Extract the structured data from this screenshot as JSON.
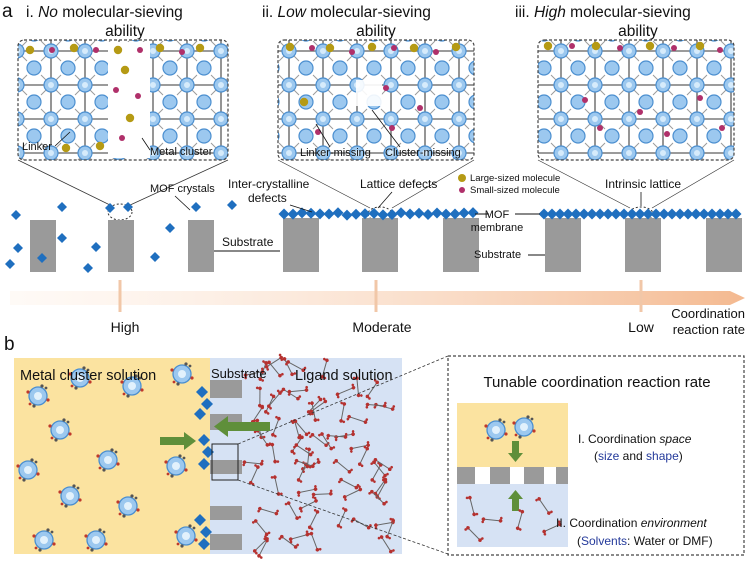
{
  "panel_a": {
    "letter": "a",
    "cases": [
      {
        "numeral": "i.",
        "title_em": "No",
        "title_rest": "molecular-sieving",
        "title_line2": "ability"
      },
      {
        "numeral": "ii.",
        "title_em": "Low",
        "title_rest": "molecular-sieving",
        "title_line2": "ability"
      },
      {
        "numeral": "iii.",
        "title_em": "High",
        "title_rest": "molecular-sieving",
        "title_line2": "ability"
      }
    ],
    "labels": {
      "linker": "Linker",
      "metal_cluster": "Metal cluster",
      "linker_missing": "Linker-missing",
      "cluster_missing": "Cluster-missing",
      "mof_crystals": "MOF crystals",
      "substrate_left": "Substrate",
      "inter_crystalline_1": "Inter-crystalline",
      "inter_crystalline_2": "defects",
      "lattice_defects": "Lattice defects",
      "mof_membrane_1": "MOF",
      "mof_membrane_2": "membrane",
      "substrate_right": "Substrate",
      "intrinsic_lattice": "Intrinsic lattice"
    },
    "legend": {
      "large": "Large-sized molecule",
      "small": "Small-sized molecule"
    },
    "axis": {
      "ticks": [
        "High",
        "Moderate",
        "Low"
      ],
      "title_1": "Coordination",
      "title_2": "reaction rate"
    }
  },
  "panel_b": {
    "letter": "b",
    "metal_solution": "Metal cluster solution",
    "substrate": "Substrate",
    "ligand_solution": "Ligand solution",
    "inset": {
      "title": "Tunable coordination reaction rate",
      "space_1a": "I. Coordination ",
      "space_1b": "space",
      "space_2a": "(",
      "space_2b": "size",
      "space_2c": " and ",
      "space_2d": "shape",
      "space_2e": ")",
      "env_1a": "II. Coordination ",
      "env_1b": "environment",
      "env_2a": "(",
      "env_2b": "Solvents",
      "env_2c": ": Water or DMF)"
    }
  },
  "colors": {
    "mof_blue": "#1f6fbf",
    "substrate_gray": "#9a9a9a",
    "metal_solution": "#fbe3a0",
    "ligand_solution": "#d6e2f4",
    "arrow_green": "#5f8f3a",
    "axis_orange": "#f6c6a4",
    "large_molecule": "#b59a14",
    "small_molecule": "#b0306a",
    "highlight_blue": "#243a9b"
  }
}
